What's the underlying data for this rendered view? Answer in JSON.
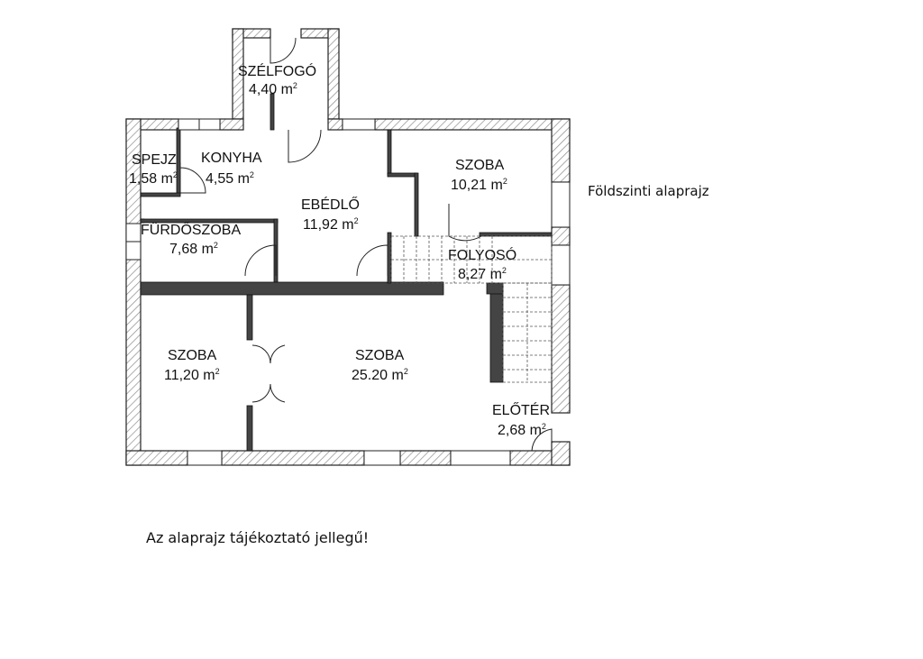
{
  "heading": "Földszinti alaprajz",
  "footnote": "Az alaprajz tájékoztató jellegű!",
  "rooms": [
    {
      "name": "SZÉLFOGÓ",
      "area": "4,40 m",
      "sup": "2"
    },
    {
      "name": "SPEJZ",
      "area": "1,58 m",
      "sup": "2"
    },
    {
      "name": "KONYHA",
      "area": "4,55 m",
      "sup": "2"
    },
    {
      "name": "EBÉDLŐ",
      "area": "11,92 m",
      "sup": "2"
    },
    {
      "name": "SZOBA",
      "area": "10,21 m",
      "sup": "2"
    },
    {
      "name": "FÜRDŐSZOBA",
      "area": "7,68 m",
      "sup": "2"
    },
    {
      "name": "FOLYOSÓ",
      "area": "8,27 m",
      "sup": "2"
    },
    {
      "name": "SZOBA",
      "area": "11,20 m",
      "sup": "2"
    },
    {
      "name": "SZOBA",
      "area": "25.20 m",
      "sup": "2"
    },
    {
      "name": "ELŐTÉR",
      "area": "2,68 m",
      "sup": "2"
    }
  ],
  "colors": {
    "wall_hatch": "#9a9a9a",
    "wall_edge": "#222222",
    "text": "#111111"
  }
}
